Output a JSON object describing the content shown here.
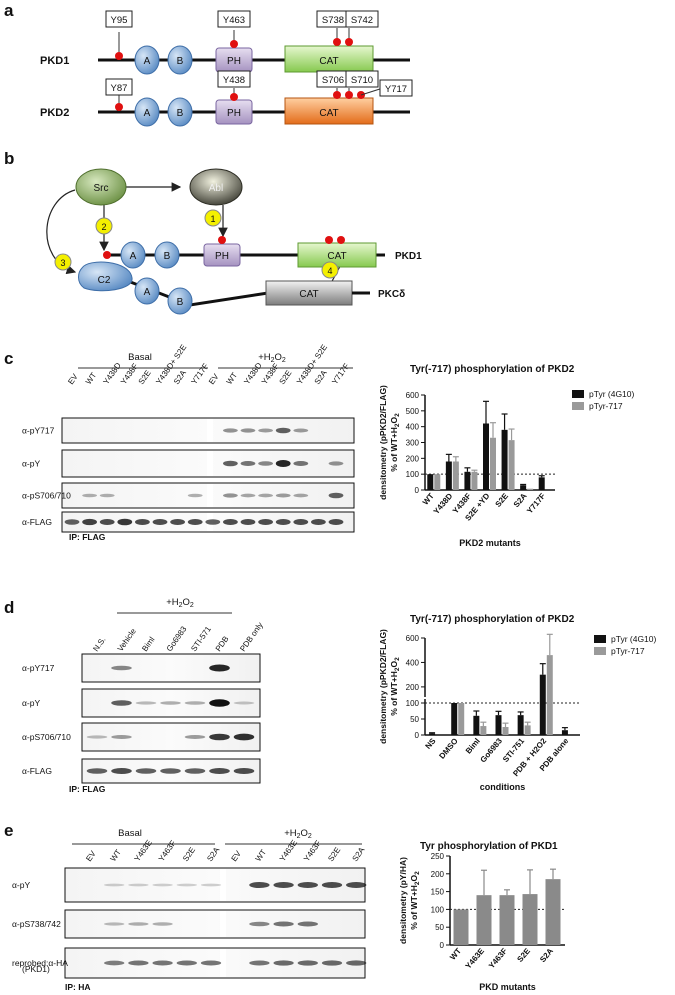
{
  "panels": {
    "a": {
      "label": "a",
      "pkd1": {
        "name": "PKD1",
        "sites": [
          "Y95",
          "Y463",
          "S738",
          "S742"
        ],
        "domains": [
          "A",
          "B",
          "PH",
          "CAT"
        ]
      },
      "pkd2": {
        "name": "PKD2",
        "sites": [
          "Y87",
          "Y438",
          "S706",
          "S710",
          "Y717"
        ],
        "domains": [
          "A",
          "B",
          "PH",
          "CAT"
        ]
      }
    },
    "b": {
      "label": "b",
      "src": "Src",
      "abl": "Abl",
      "steps": [
        "1",
        "2",
        "3",
        "4"
      ],
      "pkd1": {
        "name": "PKD1",
        "domains": [
          "A",
          "B",
          "PH",
          "CAT"
        ]
      },
      "pkc": {
        "name": "PKCδ",
        "domains": [
          "C2",
          "A",
          "B",
          "CAT"
        ]
      }
    },
    "c": {
      "label": "c",
      "group_basal": "Basal",
      "group_h2o2": "+H",
      "h2o2_sub": "2",
      "h2o2_tail": "O",
      "h2o2_sub2": "2",
      "lanes": [
        "EV",
        "WT",
        "Y438D",
        "Y438F",
        "S2E",
        "Y438D+ S2E",
        "S2A",
        "Y717F",
        "EV",
        "WT",
        "Y438D",
        "Y438F",
        "S2E",
        "Y438D+ S2E",
        "S2A",
        "Y717F"
      ],
      "blots": [
        "α-pY717",
        "α-pY",
        "α-pS706/710",
        "α-FLAG"
      ],
      "ip": "IP: FLAG"
    },
    "d": {
      "label": "d",
      "group_h2o2": "+H",
      "h2o2_sub": "2",
      "h2o2_tail": "O",
      "h2o2_sub2": "2",
      "lanes": [
        "N.S.",
        "Vehicle",
        "Biml",
        "Go6983",
        "STI-571",
        "PDB",
        "PDB only"
      ],
      "blots": [
        "α-pY717",
        "α-pY",
        "α-pS706/710",
        "α-FLAG"
      ],
      "ip": "IP: FLAG"
    },
    "e": {
      "label": "e",
      "group_basal": "Basal",
      "group_h2o2": "+H",
      "h2o2_sub": "2",
      "h2o2_tail": "O",
      "h2o2_sub2": "2",
      "lanes": [
        "EV",
        "WT",
        "Y463E",
        "Y463F",
        "S2E",
        "S2A",
        "EV",
        "WT",
        "Y463E",
        "Y463F",
        "S2E",
        "S2A"
      ],
      "blots": [
        "α-pY",
        "α-pS738/742",
        "reprobed:α-HA",
        "(PKD1)"
      ],
      "ip": "IP: HA"
    }
  },
  "chart_data": [
    {
      "type": "bar",
      "title": "Tyr(-717) phosphorylation of PKD2",
      "ylabel_line1": "densitometry (pPKD2/FLAG)",
      "ylabel_line2": "% of WT+H",
      "ylabel_sub": "2",
      "ylabel_tail": "O",
      "ylabel_sub2": "2",
      "xlabel": "PKD2 mutants",
      "categories": [
        "WT",
        "Y438D",
        "Y438F",
        "S2E +YD",
        "S2E",
        "S2A",
        "Y717F"
      ],
      "series": [
        {
          "name": "pTyr (4G10)",
          "color": "#111111",
          "values": [
            100,
            180,
            115,
            420,
            380,
            30,
            80
          ],
          "errors": [
            0,
            45,
            25,
            140,
            100,
            5,
            10
          ]
        },
        {
          "name": "pTyr-717",
          "color": "#9a9a9a",
          "values": [
            100,
            180,
            115,
            330,
            315,
            8,
            0
          ],
          "errors": [
            0,
            30,
            10,
            95,
            70,
            0,
            0
          ]
        }
      ],
      "yticks": [
        0,
        100,
        200,
        300,
        400,
        500,
        600
      ],
      "ylim": [
        0,
        600
      ],
      "reference_line": 100,
      "legend": "top-right"
    },
    {
      "type": "bar",
      "title": "Tyr(-717) phosphorylation of PKD2",
      "ylabel_line1": "densitometry (pPKD2/FLAG)",
      "ylabel_line2": "% of WT+H",
      "ylabel_sub": "2",
      "ylabel_tail": "O",
      "ylabel_sub2": "2",
      "xlabel": "conditions",
      "categories": [
        "NS",
        "DMSO",
        "Biml",
        "Go6983",
        "STI-751",
        "PDB + H2O2",
        "PDB alone"
      ],
      "series": [
        {
          "name": "pTyr (4G10)",
          "color": "#111111",
          "values": [
            5,
            100,
            60,
            62,
            62,
            300,
            15
          ],
          "errors": [
            2,
            0,
            15,
            12,
            10,
            90,
            8
          ]
        },
        {
          "name": "pTyr-717",
          "color": "#9a9a9a",
          "values": [
            0,
            100,
            28,
            25,
            30,
            460,
            0
          ],
          "errors": [
            0,
            0,
            12,
            12,
            10,
            170,
            0
          ]
        }
      ],
      "yticks_lower": [
        0,
        50,
        100
      ],
      "yticks_upper": [
        200,
        400,
        600
      ],
      "broken_axis": true,
      "reference_line": 100,
      "legend": "top-right"
    },
    {
      "type": "bar",
      "title": "Tyr phosphorylation of PKD1",
      "ylabel_line1": "densitometry (pY/HA)",
      "ylabel_line2": "% of WT+H",
      "ylabel_sub": "2",
      "ylabel_tail": "O",
      "ylabel_sub2": "2",
      "xlabel": "PKD mutants",
      "categories": [
        "WT",
        "Y463E",
        "Y463F",
        "S2E",
        "S2A"
      ],
      "series": [
        {
          "name": "",
          "color": "#8a8a8a",
          "values": [
            100,
            140,
            140,
            143,
            185
          ],
          "errors": [
            0,
            70,
            15,
            68,
            28
          ]
        }
      ],
      "yticks": [
        0,
        50,
        100,
        150,
        200,
        250
      ],
      "ylim": [
        0,
        250
      ],
      "reference_line": 100
    }
  ]
}
